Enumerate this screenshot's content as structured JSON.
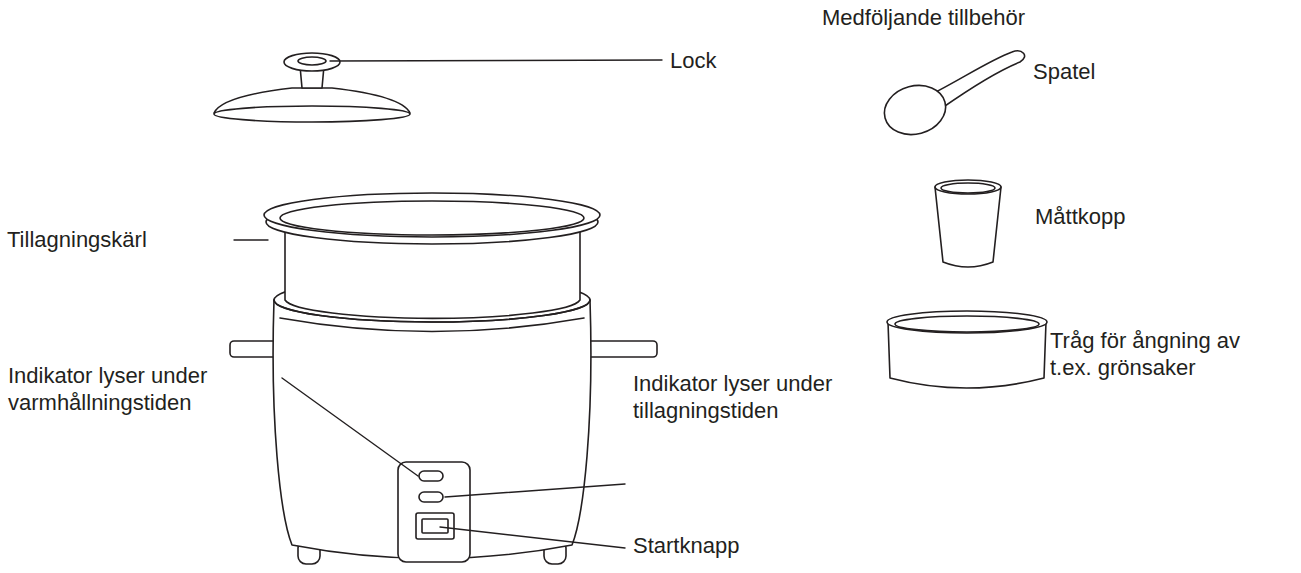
{
  "diagram": {
    "labels": [
      "Lock",
      "Medföljande tillbehör",
      "Spatel",
      "Tillagningskärl",
      "Måttkopp",
      "Tråg för ångning av t.ex. grönsaker",
      "Indikator lyser under varmhållningstiden",
      "Indikator lyser under tillagningstiden",
      "Startknapp"
    ]
  }
}
